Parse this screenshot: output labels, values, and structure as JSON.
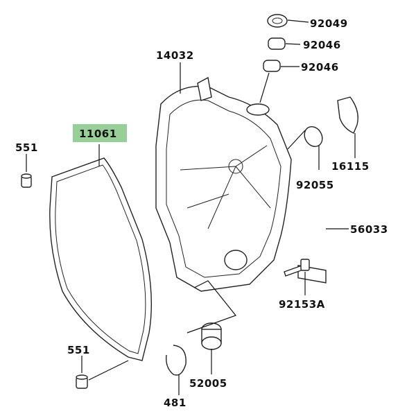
{
  "highlight_color": "#98cf98",
  "parts": {
    "p92049": "92049",
    "p92046a": "92046",
    "p92046b": "92046",
    "p14032": "14032",
    "p551a": "551",
    "p11061": "11061",
    "p16115": "16115",
    "p92055": "92055",
    "p56033": "56033",
    "p92153A": "92153A",
    "p551b": "551",
    "p52005": "52005",
    "p481": "481"
  }
}
